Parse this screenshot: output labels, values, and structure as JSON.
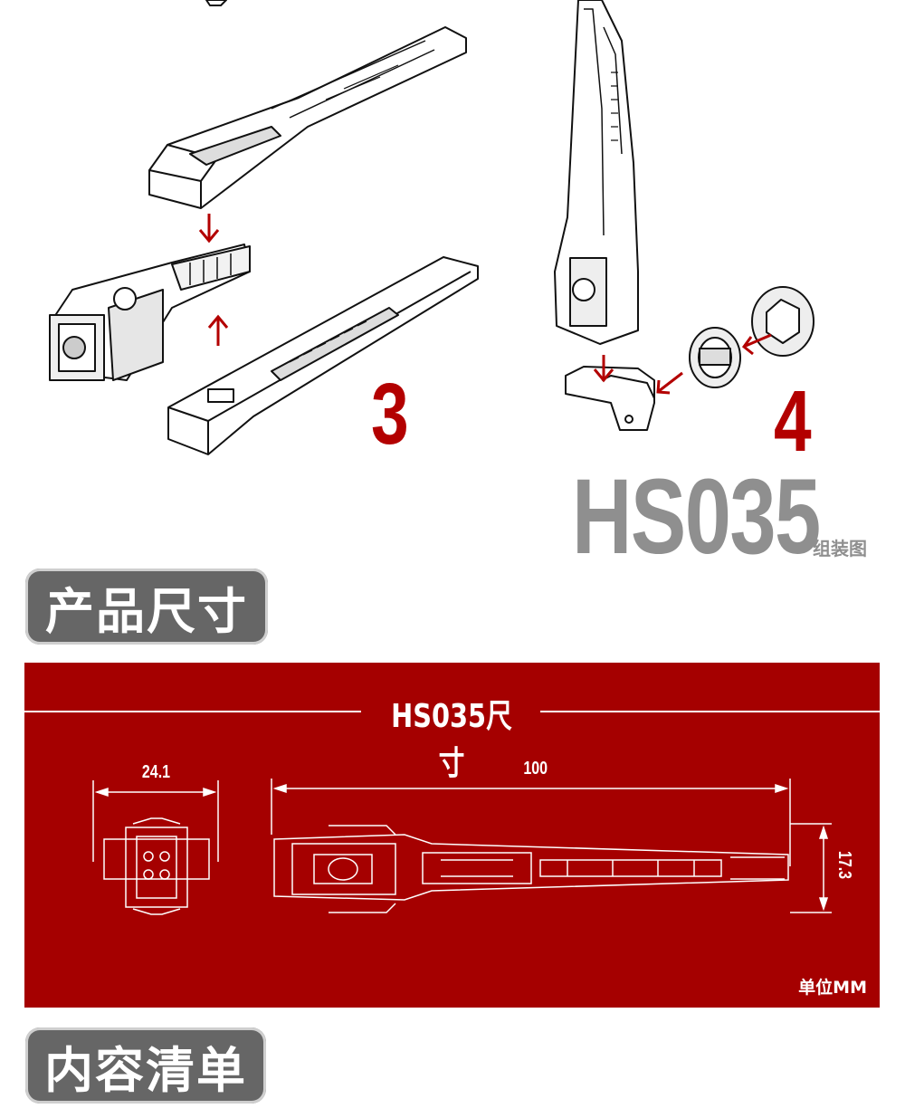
{
  "steps": {
    "step3": "3",
    "step4": "4"
  },
  "model": {
    "code": "HS035",
    "subtitle": "组装图"
  },
  "section_size": {
    "heading": "产品尺寸"
  },
  "dimension_panel": {
    "title": "HS035尺寸",
    "width_label": "24.1",
    "length_label": "100",
    "height_label": "17.3",
    "unit": "单位MM"
  },
  "section_contents": {
    "heading": "内容清单"
  },
  "colors": {
    "accent_red": "#b30000",
    "panel_red": "#a50000",
    "title_gray": "#8f8f8f",
    "pill_gray": "#666666"
  }
}
